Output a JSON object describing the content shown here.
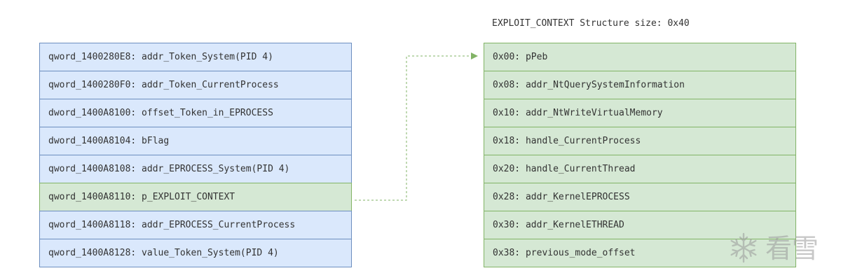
{
  "title": "EXPLOIT_CONTEXT Structure size: 0x40",
  "globals": [
    {
      "text": "qword_1400280E8: addr_Token_System(PID 4)",
      "highlight": false
    },
    {
      "text": "qword_1400280F0: addr_Token_CurrentProcess",
      "highlight": false
    },
    {
      "text": "dword_1400A8100: offset_Token_in_EPROCESS",
      "highlight": false
    },
    {
      "text": "dword_1400A8104: bFlag",
      "highlight": false
    },
    {
      "text": "qword_1400A8108: addr_EPROCESS_System(PID 4)",
      "highlight": false
    },
    {
      "text": "qword_1400A8110: p_EXPLOIT_CONTEXT",
      "highlight": true
    },
    {
      "text": "qword_1400A8118: addr_EPROCESS_CurrentProcess",
      "highlight": false
    },
    {
      "text": "qword_1400A8128: value_Token_System(PID 4)",
      "highlight": false
    }
  ],
  "structure_fields": [
    "0x00: pPeb",
    "0x08: addr_NtQuerySystemInformation",
    "0x10: addr_NtWriteVirtualMemory",
    "0x18: handle_CurrentProcess",
    "0x20: handle_CurrentThread",
    "0x28: addr_KernelEPROCESS",
    "0x30: addr_KernelETHREAD",
    "0x38: previous_mode_offset"
  ],
  "colors": {
    "blue_fill": "#dae8fc",
    "blue_stroke": "#6c8ebf",
    "green_fill": "#d5e8d4",
    "green_stroke": "#82b366",
    "connector": "#82b366"
  },
  "watermark": {
    "icon": "snowflake-icon",
    "text": "看雪"
  }
}
